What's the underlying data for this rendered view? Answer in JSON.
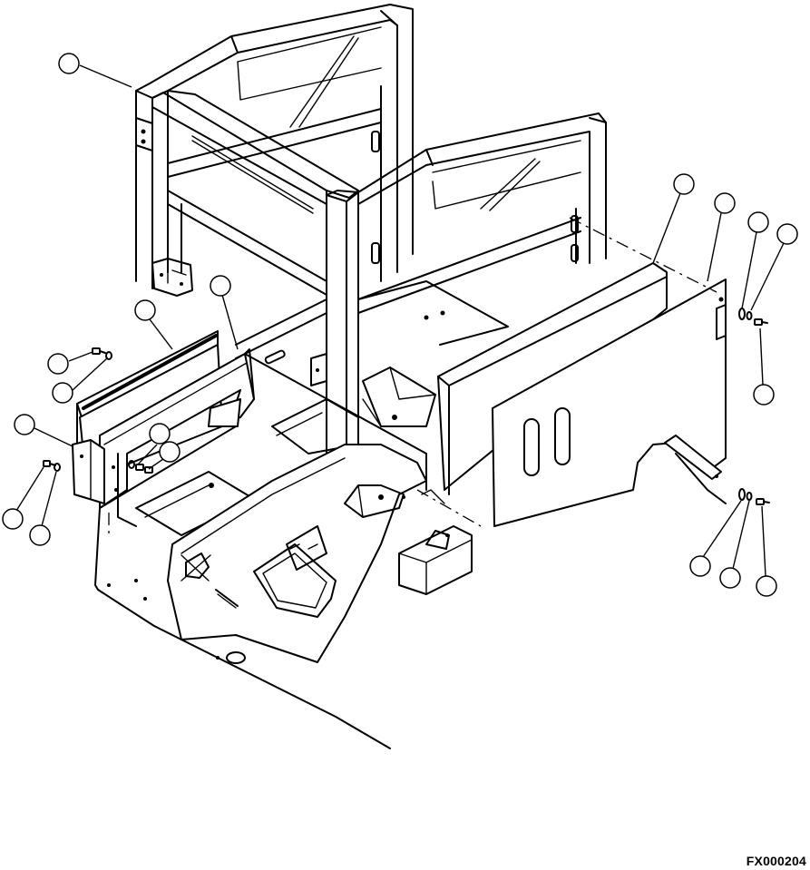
{
  "figure": {
    "code": "FX000204"
  },
  "colors": {
    "line": "#000000",
    "background": "#ffffff"
  },
  "parts": [
    {
      "id": "rops-frame"
    },
    {
      "id": "left-side-panel-rubber"
    },
    {
      "id": "left-side-cover"
    },
    {
      "id": "front-left-bracket"
    },
    {
      "id": "right-rear-panel"
    },
    {
      "id": "right-side-cover"
    },
    {
      "id": "bolts"
    },
    {
      "id": "washers"
    }
  ]
}
